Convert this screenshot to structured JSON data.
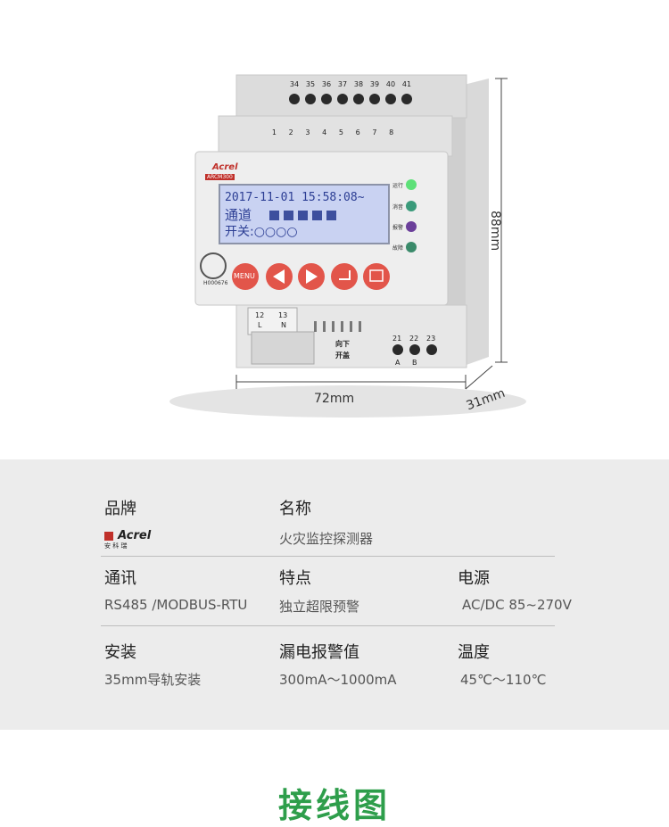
{
  "product": {
    "brand_logo": "Acrel",
    "panel_model": "ARCM300",
    "cert_code": "H000676",
    "lcd": {
      "line1": "2017-11-01  15:58:08~",
      "line2_label": "通道",
      "line3_label": "开关:○○○○"
    },
    "leds": [
      "运行",
      "消音",
      "报警",
      "故障"
    ],
    "top_terminals_row1": [
      "34",
      "35",
      "36",
      "37",
      "38",
      "39",
      "40",
      "41"
    ],
    "top_terminals_row2": [
      "1",
      "2",
      "3",
      "4",
      "5",
      "6",
      "7",
      "8"
    ],
    "bottom_terminals_left": [
      "12",
      "13"
    ],
    "bottom_terminals_left_sub": [
      "L",
      "N"
    ],
    "bottom_terminals_right": [
      "21",
      "22",
      "23"
    ],
    "bottom_terminals_right_sub": [
      "A",
      "B"
    ],
    "open_hint": [
      "向下",
      "开盖"
    ],
    "buttons": [
      "MENU"
    ]
  },
  "dims": {
    "width": "72mm",
    "height": "88mm",
    "depth": "31mm"
  },
  "specs": {
    "brand_label": "品牌",
    "brand_logo_text": "Acrel",
    "brand_logo_sub": "安 科 瑞",
    "name_label": "名称",
    "name_value": "火灾监控探测器",
    "comm_label": "通讯",
    "comm_value": "RS485 /MODBUS-RTU",
    "feature_label": "特点",
    "feature_value": "独立超限预警",
    "power_label": "电源",
    "power_value": "AC/DC 85~270V",
    "install_label": "安装",
    "install_value": "35mm导轨安装",
    "leak_label": "漏电报警值",
    "leak_value": "300mA～1000mA",
    "temp_label": "温度",
    "temp_value": "45℃～110℃"
  },
  "bottom_title": "接线图",
  "colors": {
    "accent_green": "#2e9e4b",
    "button_red": "#e2554a",
    "lcd_bg": "#c9d2f2"
  }
}
